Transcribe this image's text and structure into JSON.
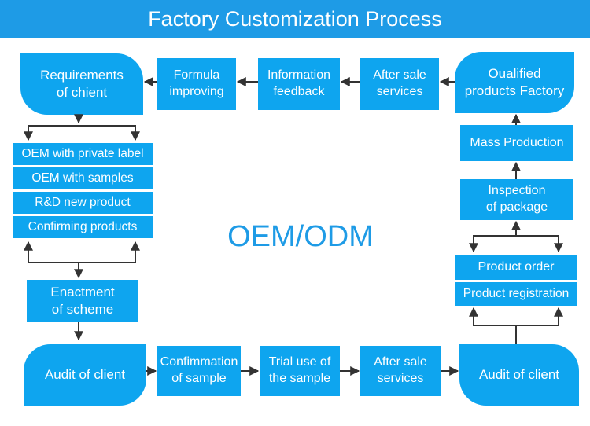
{
  "title": "Factory Customization Process",
  "center_label": "OEM/ODM",
  "nodes": {
    "requirements": "Requirements\nof chient",
    "formula": "Formula\nimproving",
    "info_feedback": "Information\nfeedback",
    "after_sale_top": "After sale\nservices",
    "qualified": "Oualified\nproducts Factory",
    "mass_production": "Mass Production",
    "inspection": "Inspection\nof package",
    "product_order": "Product order",
    "product_registration": "Product registration",
    "audit_right": "Audit of client",
    "after_sale_bottom": "After sale\nservices",
    "trial_use": "Trial use of\nthe sample",
    "confirmation": "Confimmation\nof sample",
    "audit_left": "Audit of client",
    "enactment": "Enactment\nof scheme"
  },
  "options": [
    "OEM with private label",
    "OEM with samples",
    "R&D new product",
    "Confirming products"
  ],
  "colors": {
    "title_bar": "#1e9be6",
    "box": "#0ea5ef",
    "center_text": "#1e9be6",
    "arrow": "#333333"
  }
}
